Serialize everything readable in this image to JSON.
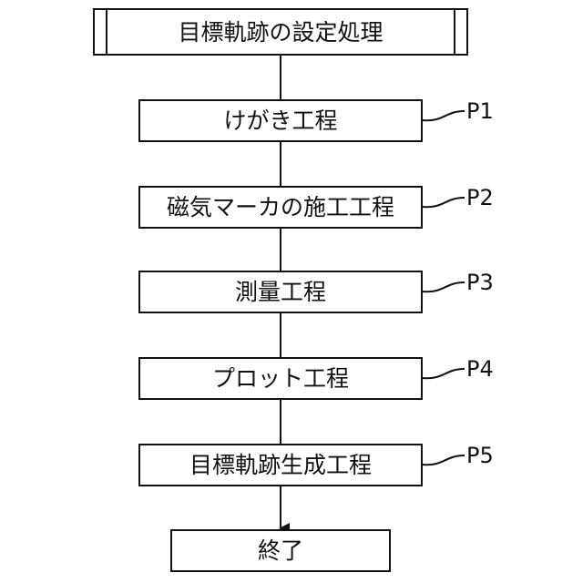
{
  "flowchart": {
    "title": "目標軌跡の設定処理",
    "steps": [
      {
        "label": "けがき工程",
        "ref": "P1"
      },
      {
        "label": "磁気マーカの施工工程",
        "ref": "P2"
      },
      {
        "label": "測量工程",
        "ref": "P3"
      },
      {
        "label": "プロット工程",
        "ref": "P4"
      },
      {
        "label": "目標軌跡生成工程",
        "ref": "P5"
      }
    ],
    "end": "終了"
  }
}
